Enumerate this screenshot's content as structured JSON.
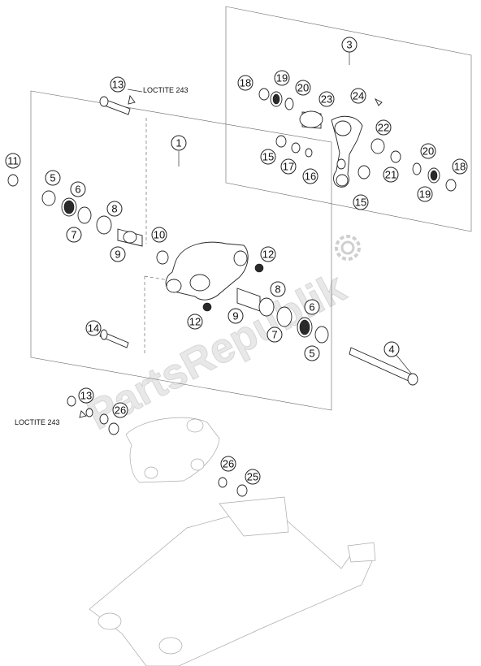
{
  "watermark": "PartsRepublik",
  "notes": {
    "loctite_top": "LOCTITE 243",
    "loctite_bottom": "LOCTITE 243"
  },
  "callouts": [
    {
      "id": "c3",
      "label": "3"
    },
    {
      "id": "c18a",
      "label": "18"
    },
    {
      "id": "c19a",
      "label": "19"
    },
    {
      "id": "c20a",
      "label": "20"
    },
    {
      "id": "c23",
      "label": "23"
    },
    {
      "id": "c24",
      "label": "24"
    },
    {
      "id": "c22",
      "label": "22"
    },
    {
      "id": "c15a",
      "label": "15"
    },
    {
      "id": "c17",
      "label": "17"
    },
    {
      "id": "c16",
      "label": "16"
    },
    {
      "id": "c15b",
      "label": "15"
    },
    {
      "id": "c21",
      "label": "21"
    },
    {
      "id": "c20b",
      "label": "20"
    },
    {
      "id": "c19b",
      "label": "19"
    },
    {
      "id": "c18b",
      "label": "18"
    },
    {
      "id": "c13a",
      "label": "13"
    },
    {
      "id": "c1",
      "label": "1"
    },
    {
      "id": "c11",
      "label": "11"
    },
    {
      "id": "c5a",
      "label": "5"
    },
    {
      "id": "c6a",
      "label": "6"
    },
    {
      "id": "c7a",
      "label": "7"
    },
    {
      "id": "c8a",
      "label": "8"
    },
    {
      "id": "c9a",
      "label": "9"
    },
    {
      "id": "c10",
      "label": "10"
    },
    {
      "id": "c12a",
      "label": "12"
    },
    {
      "id": "c8b",
      "label": "8"
    },
    {
      "id": "c9b",
      "label": "9"
    },
    {
      "id": "c12b",
      "label": "12"
    },
    {
      "id": "c6b",
      "label": "6"
    },
    {
      "id": "c7b",
      "label": "7"
    },
    {
      "id": "c5b",
      "label": "5"
    },
    {
      "id": "c14",
      "label": "14"
    },
    {
      "id": "c4",
      "label": "4"
    },
    {
      "id": "c13b",
      "label": "13"
    },
    {
      "id": "c26a",
      "label": "26"
    },
    {
      "id": "c26b",
      "label": "26"
    },
    {
      "id": "c25",
      "label": "25"
    }
  ]
}
